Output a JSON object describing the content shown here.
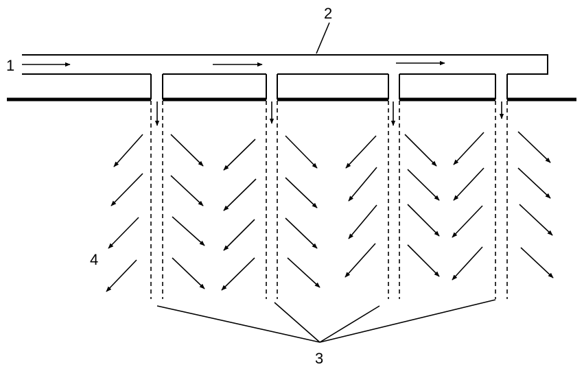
{
  "labels": {
    "inlet": "1",
    "pipe": "2",
    "branch_pipes": "3",
    "flow": "4"
  },
  "colors": {
    "line": "#000000",
    "background": "#ffffff"
  },
  "icons": {
    "flow_arrow": "arrow-icon"
  }
}
